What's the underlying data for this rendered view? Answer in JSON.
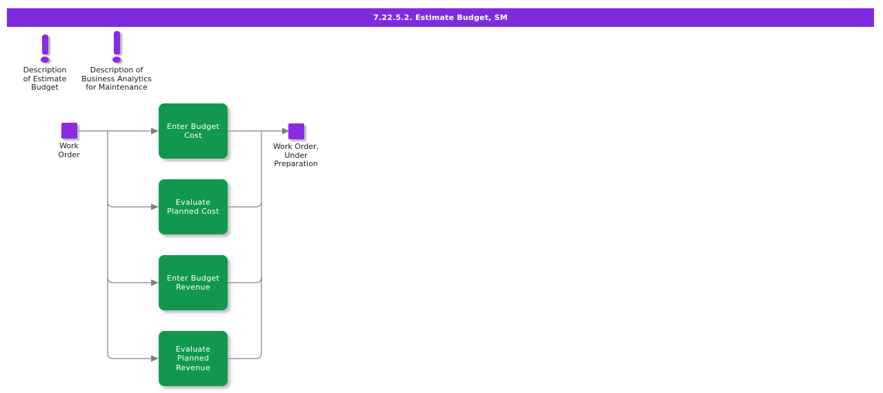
{
  "title_bar": {
    "title": "7.22.5.2. Estimate Budget, SM",
    "background": "#7E2BE0"
  },
  "notes": [
    {
      "label": "Description\nof Estimate\nBudget",
      "icon": "exclamation-icon"
    },
    {
      "label": "Description of\nBusiness Analytics\nfor Maintenance",
      "icon": "exclamation-icon"
    }
  ],
  "start_node": {
    "label": "Work\nOrder",
    "shape": "purple-square"
  },
  "end_node": {
    "label": "Work Order,\nUnder\nPreparation",
    "shape": "purple-square"
  },
  "steps": [
    {
      "label": "Enter Budget\nCost"
    },
    {
      "label": "Evaluate\nPlanned Cost"
    },
    {
      "label": "Enter Budget\nRevenue"
    },
    {
      "label": "Evaluate\nPlanned\nRevenue"
    }
  ],
  "colors": {
    "purple_node": "#8A2BE2",
    "title_bar": "#7E2BE0",
    "step_green": "#12984E",
    "connector_gray": "#7f7f7f",
    "background": "#ffffff"
  }
}
